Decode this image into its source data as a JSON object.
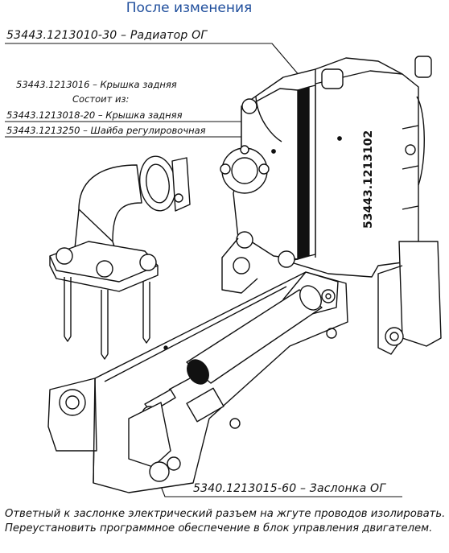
{
  "heading": "После изменения",
  "labels": {
    "radiator": "53443.1213010-30 – Радиатор ОГ",
    "rear_cover": "53443.1213016 – Крышка задняя",
    "consists_of": "Состоит из:",
    "rear_cover_part": "53443.1213018-20 – Крышка задняя",
    "shim": "53443.1213250 – Шайба регулировочная",
    "flap": "5340.1213015-60 – Заслонка ОГ"
  },
  "body_marking": "53443.1213102",
  "note": "Ответный к заслонке электрический разъем на жгуте проводов изолировать. Переустановить программное обеспечение в блок управления двигателем."
}
